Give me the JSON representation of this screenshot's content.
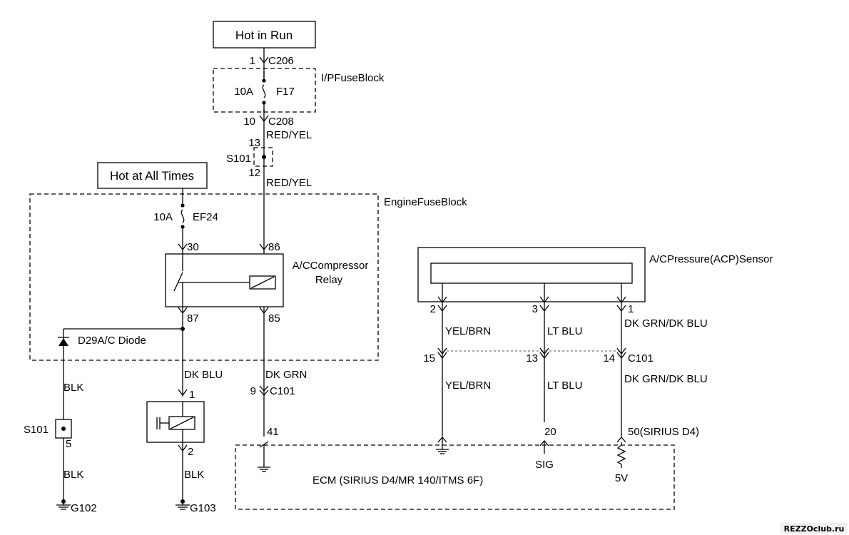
{
  "labels": {
    "hot_in_run": "Hot in Run",
    "hot_at_all_times": "Hot at All Times",
    "pin_1": "1",
    "c206": "C206",
    "ip_fuse_block": "I/PFuseBlock",
    "fuse_f17_amps": "10A",
    "fuse_f17": "F17",
    "pin_10": "10",
    "c208": "C208",
    "red_yel_1": "RED/YEL",
    "pin_13": "13",
    "s101_top": "S101",
    "pin_12": "12",
    "red_yel_2": "RED/YEL",
    "engine_fuse_block": "EngineFuseBlock",
    "fuse_ef24_amps": "10A",
    "fuse_ef24": "EF24",
    "pin_30": "30",
    "pin_86": "86",
    "relay_line1": "A/CCompressor",
    "relay_line2": "Relay",
    "pin_87": "87",
    "pin_85": "85",
    "diode": "D29A/C Diode",
    "blk_1": "BLK",
    "dk_blu": "DK BLU",
    "dk_grn": "DK GRN",
    "clutch_pin_1": "1",
    "pin_9": "9",
    "c101_left": "C101",
    "s101_bottom": "S101",
    "s101_pin_5": "5",
    "clutch_pin_2": "2",
    "blk_2": "BLK",
    "blk_3": "BLK",
    "g102": "G102",
    "g103": "G103",
    "pin_41": "41",
    "sensor": "A/CPressure(ACP)Sensor",
    "sensor_pin_2": "2",
    "sensor_pin_3": "3",
    "sensor_pin_1": "1",
    "yel_brn_1": "YEL/BRN",
    "lt_blu_1": "LT BLU",
    "dk_grn_dk_blu_1": "DK GRN/DK BLU",
    "pin_15": "15",
    "pin_13b": "13",
    "pin_14": "14",
    "c101_right": "C101",
    "yel_brn_2": "YEL/BRN",
    "lt_blu_2": "LT BLU",
    "dk_grn_dk_blu_2": "DK GRN/DK BLU",
    "pin_20": "20",
    "pin_50": "50(SIRIUS D4)",
    "sig": "SIG",
    "five_v": "5V",
    "ecm": "ECM (SIRIUS D4/MR 140/ITMS 6F)",
    "watermark": "REZZOclub.ru"
  }
}
